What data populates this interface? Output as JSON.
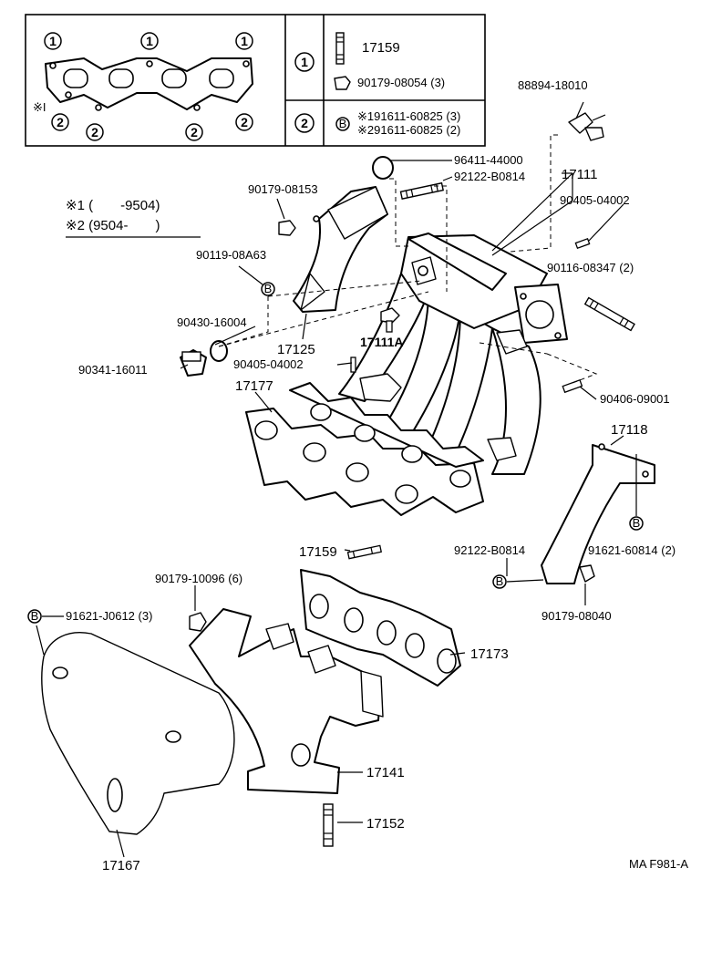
{
  "legend": {
    "marker_1": "1",
    "marker_2": "2",
    "note_marker": "※I",
    "row1_label_a": "17159",
    "row1_label_b": "90179-08054 (3)",
    "row2_line_a": "※191611-60825 (3)",
    "row2_line_b": "※291611-60825 (2)",
    "row2_b_marker": "B"
  },
  "note": {
    "line1": "※1 (　　-9504)",
    "line2": "※2 (9504-　　)"
  },
  "part_labels": {
    "p88894": "88894-18010",
    "p96411": "96411-44000",
    "p92122_top": "92122-B0814",
    "p17111": "17111",
    "p90405_top": "90405-04002",
    "p90179_08153": "90179-08153",
    "p90119": "90119-08A63",
    "p90116": "90116-08347 (2)",
    "p90430": "90430-16004",
    "p17111A": "17111A",
    "p17125": "17125",
    "p90341": "90341-16011",
    "p90405_mid": "90405-04002",
    "p17177": "17177",
    "p90406": "90406-09001",
    "p17118": "17118",
    "p17159": "17159",
    "p92122_low": "92122-B0814",
    "p91621_60814": "91621-60814 (2)",
    "p90179_10096": "90179-10096 (6)",
    "p91621_J0612": "91621-J0612 (3)",
    "p90179_08040": "90179-08040",
    "p17173": "17173",
    "p17141": "17141",
    "p17152": "17152",
    "p17167": "17167",
    "b_marker": "B"
  },
  "figure_code": "MA F981-A"
}
